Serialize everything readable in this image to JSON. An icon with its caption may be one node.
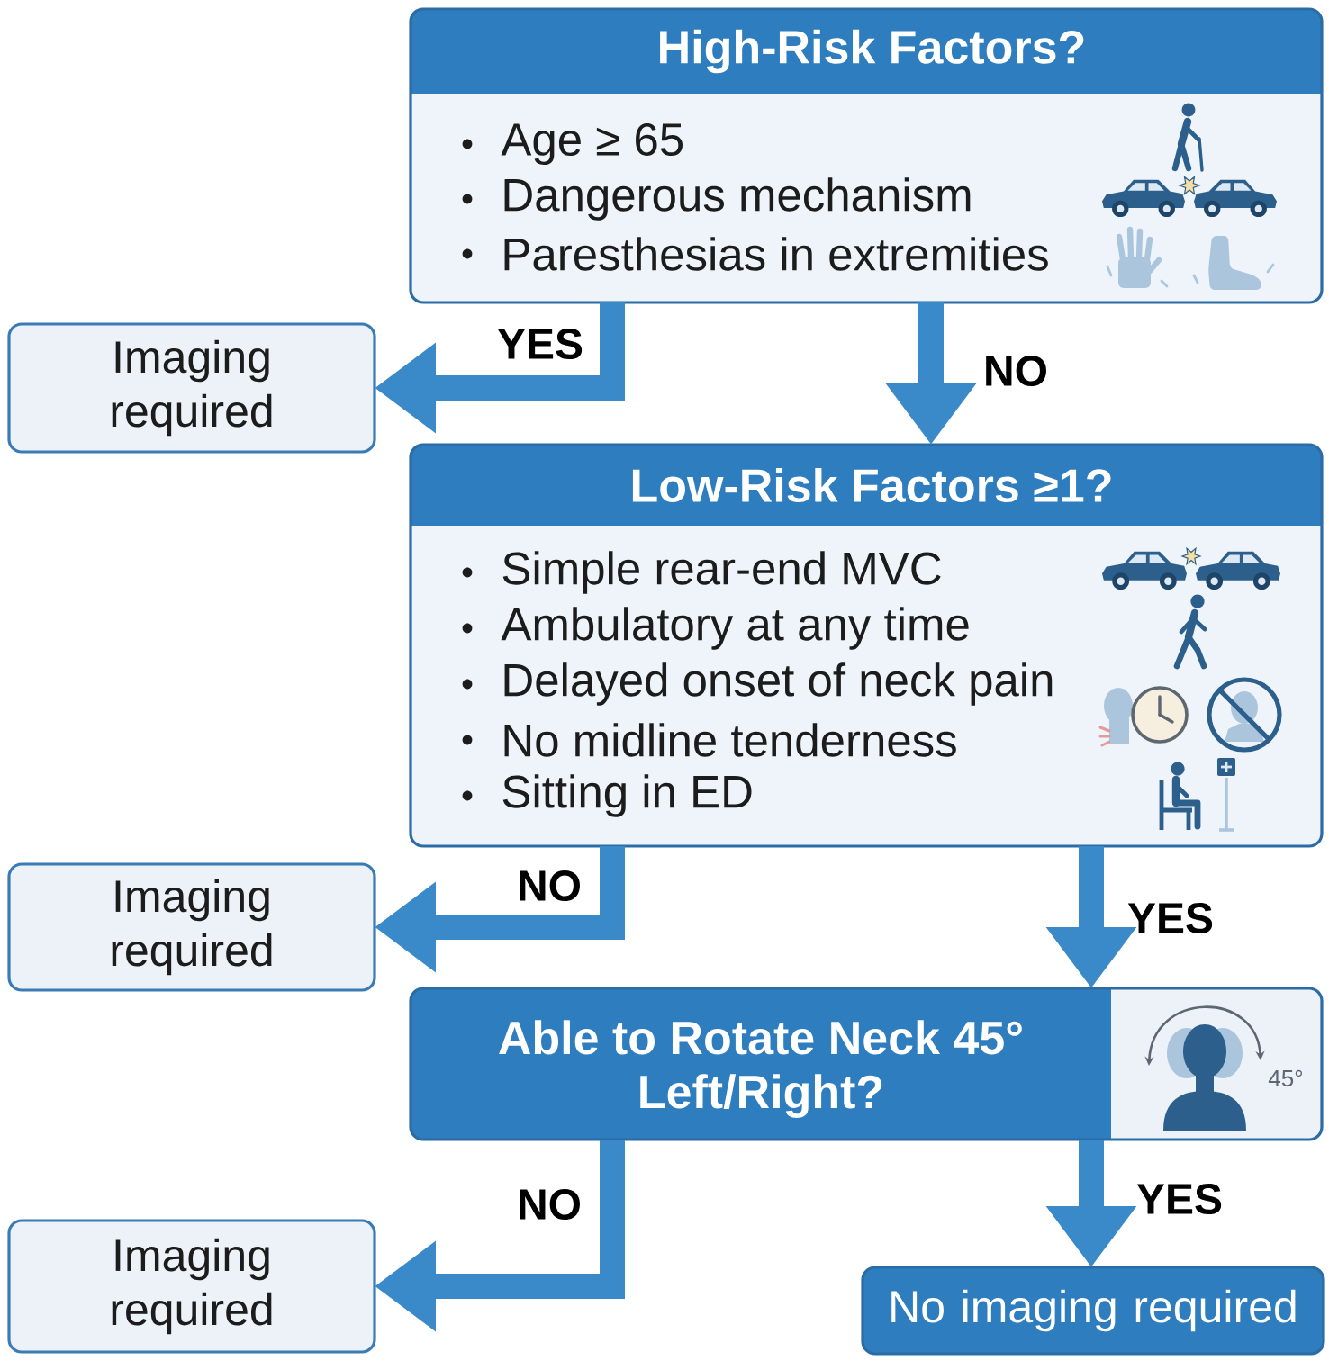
{
  "diagram": {
    "nodes": [
      {
        "text": [
          "High-Risk Factors?",
          "Age ≥ 65",
          "Dangerous mechanism",
          "Paresthesias in extremities"
        ]
      },
      {
        "text": [
          "Imaging required"
        ]
      },
      {
        "text": [
          "Low-Risk Factors ≥1?",
          "Simple rear-end MVC",
          "Ambulatory at any time",
          "Delayed onset of neck pain",
          "No midline tenderness",
          "Sitting in ED"
        ]
      },
      {
        "text": [
          "Imaging required"
        ]
      },
      {
        "text": [
          "Able to Rotate Neck 45° Left/Right?",
          "45°"
        ]
      },
      {
        "text": [
          "Imaging required"
        ]
      },
      {
        "text": [
          "No imaging required"
        ]
      }
    ],
    "edges": [
      {
        "from": 0,
        "to": 1,
        "arrow": "to",
        "label": "YES"
      },
      {
        "from": 0,
        "to": 2,
        "arrow": "to",
        "label": "NO"
      },
      {
        "from": 2,
        "to": 3,
        "arrow": "to",
        "label": "NO"
      },
      {
        "from": 2,
        "to": 4,
        "arrow": "to",
        "label": "YES"
      },
      {
        "from": 4,
        "to": 5,
        "arrow": "to",
        "label": "NO"
      },
      {
        "from": 4,
        "to": 6,
        "arrow": "to",
        "label": "YES"
      }
    ]
  }
}
